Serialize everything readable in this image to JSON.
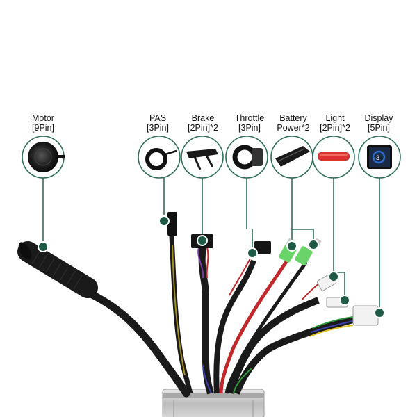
{
  "labels": {
    "motor": {
      "name": "Motor",
      "spec": "[9Pin]"
    },
    "pas": {
      "name": "PAS",
      "spec": "[3Pin]"
    },
    "brake": {
      "name": "Brake",
      "spec": "[2Pin]*2"
    },
    "throttle": {
      "name": "Throttle",
      "spec": "[3Pin]"
    },
    "battery": {
      "name": "Battery",
      "spec": "Power*2"
    },
    "light": {
      "name": "Light",
      "spec": "[2Pin]*2"
    },
    "display": {
      "name": "Display",
      "spec": "[5Pin]"
    }
  },
  "colors": {
    "marker": "#1e5a45",
    "leader": "#2f6e59",
    "cable": "#1a1a1a",
    "wire_red": "#c0282a",
    "wire_blue": "#3b3fb0",
    "wire_yellow": "#e0c020",
    "wire_green": "#2c9a3c",
    "wire_purple": "#7a3aa0",
    "connector_green": "#6ad36a",
    "connector_white": "#f2f2f2",
    "light_red": "#d8332c",
    "screen_blue": "#2a6fd0"
  }
}
